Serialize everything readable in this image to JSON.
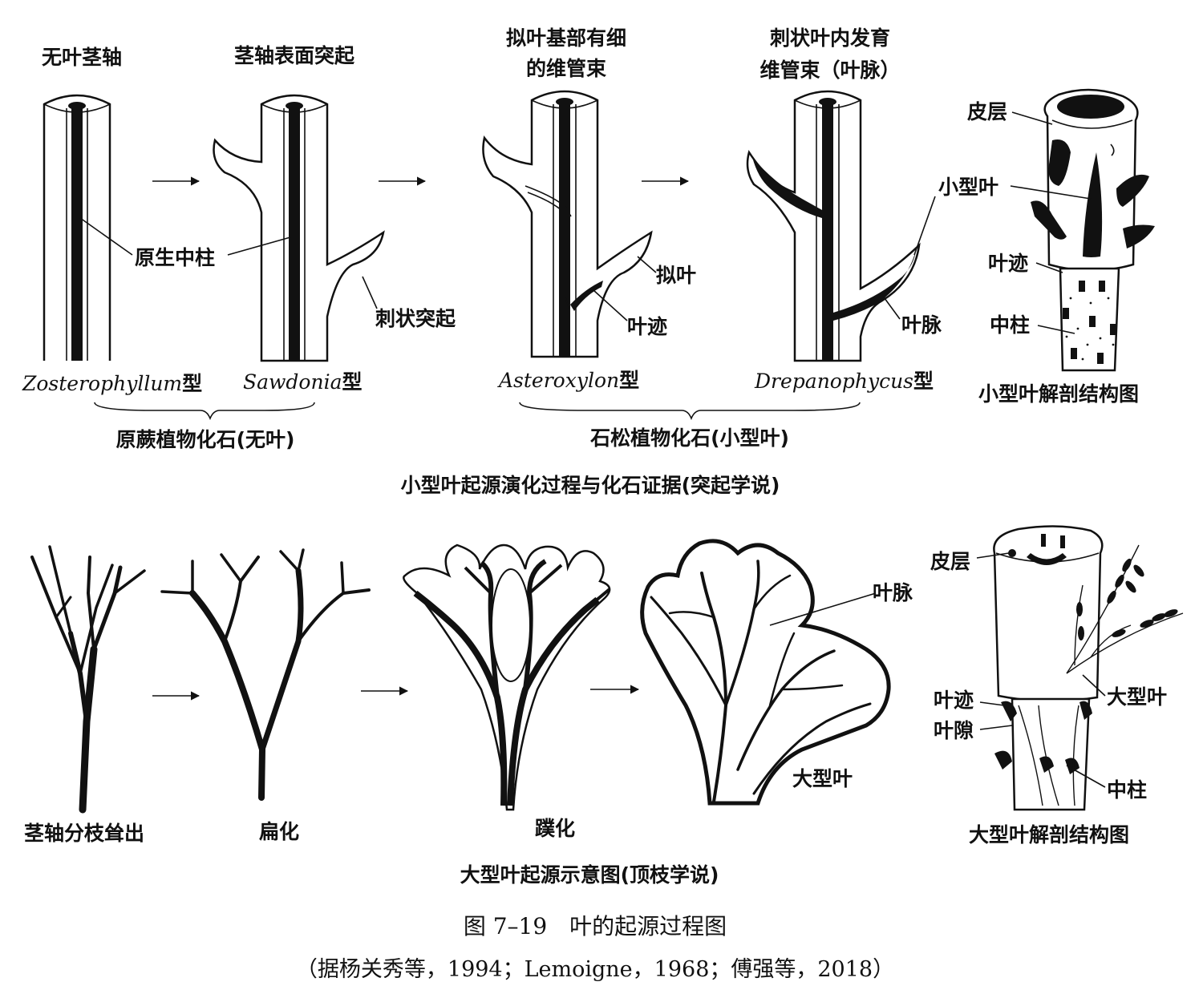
{
  "top": {
    "stages": [
      {
        "heading": [
          "无叶茎轴"
        ],
        "type_name": "Zosterophyllum",
        "type_suffix": "型"
      },
      {
        "heading": [
          "茎轴表面突起"
        ],
        "type_name": "Sawdonia",
        "type_suffix": "型"
      },
      {
        "heading": [
          "拟叶基部有细",
          "的维管束"
        ],
        "type_name": "Asteroxylon",
        "type_suffix": "型"
      },
      {
        "heading": [
          "刺状叶内发育",
          "维管束（叶脉）"
        ],
        "type_name": "Drepanophycus",
        "type_suffix": "型"
      }
    ],
    "labels": {
      "protostele": "原生中柱",
      "spine": "刺状突起",
      "leaflike": "拟叶",
      "leaf_trace": "叶迹",
      "vein": "叶脉"
    },
    "groups": [
      "原蕨植物化石(无叶)",
      "石松植物化石(小型叶)"
    ],
    "anatomy": {
      "title": "小型叶解剖结构图",
      "labels": {
        "cortex": "皮层",
        "microphyll": "小型叶",
        "trace": "叶迹",
        "stele": "中柱"
      }
    },
    "caption": "小型叶起源演化过程与化石证据(突起学说)"
  },
  "bottom": {
    "stages": [
      "茎轴分枝耸出",
      "扁化",
      "蹼化"
    ],
    "labels": {
      "vein": "叶脉",
      "megaphyll": "大型叶"
    },
    "anatomy": {
      "title": "大型叶解剖结构图",
      "labels": {
        "cortex": "皮层",
        "trace": "叶迹",
        "gap": "叶隙",
        "megaphyll": "大型叶",
        "stele": "中柱"
      }
    },
    "caption": "大型叶起源示意图(顶枝学说)"
  },
  "figure": {
    "title": "图 7–19　叶的起源过程图",
    "source": "（据杨关秀等，1994；Lemoigne，1968；傅强等，2018）"
  }
}
